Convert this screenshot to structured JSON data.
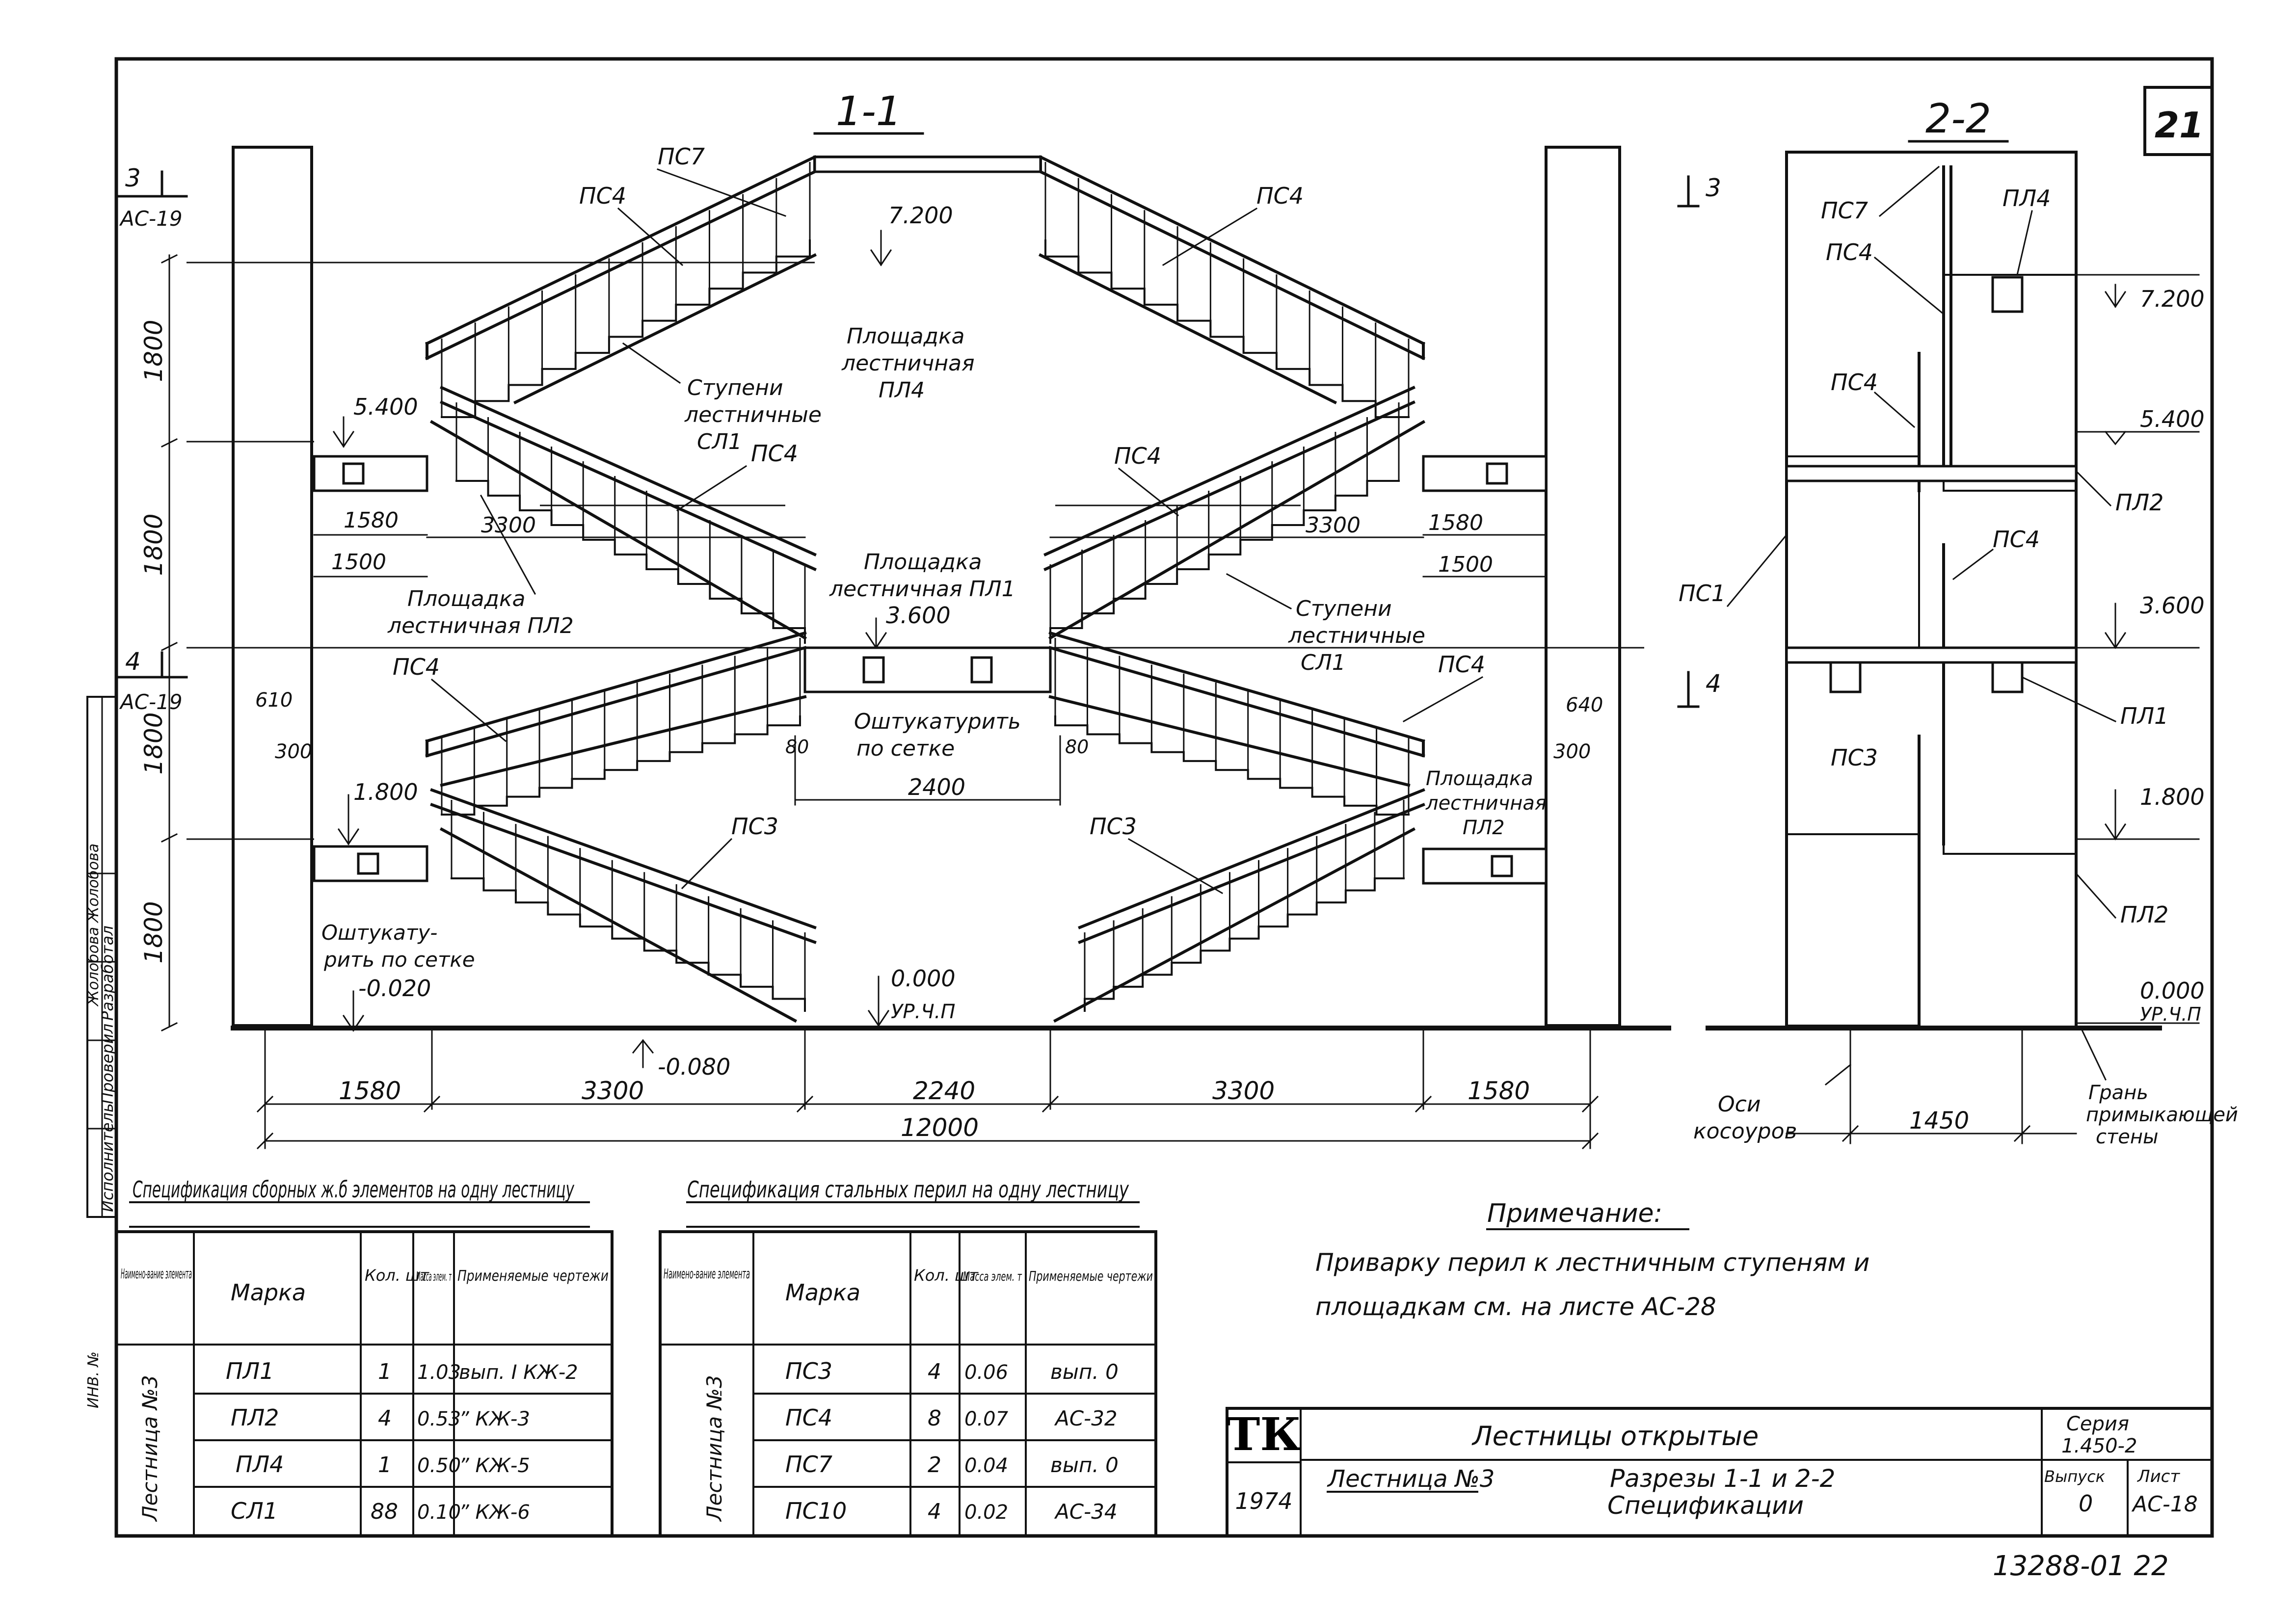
{
  "sheet_number": "21",
  "section_1": {
    "title": "1-1",
    "railing_labels": [
      "ПС7",
      "ПС4",
      "ПС4",
      "ПС4",
      "ПС4",
      "ПС4",
      "ПС4",
      "ПС3",
      "ПС3"
    ],
    "levels": [
      "7.200",
      "5.400",
      "3.600",
      "1.800",
      "0.000",
      "-0.020",
      "-0.080"
    ],
    "level_unit": "УР.Ч.П",
    "vertical_dims": [
      "1800",
      "1800",
      "1800",
      "1800"
    ],
    "side_dims": [
      "1580",
      "1500",
      "3300",
      "3300",
      "1580",
      "1500",
      "640",
      "610",
      "300",
      "300",
      "80",
      "80"
    ],
    "bottom_dims": [
      "1580",
      "3300",
      "2240",
      "3300",
      "1580"
    ],
    "total_dim": "12000",
    "middle_dim": "2400",
    "notes": {
      "landing_top": [
        "Площадка",
        "лестничная",
        "ПЛ4"
      ],
      "steps_left": [
        "Ступени",
        "лестничные",
        "СЛ1"
      ],
      "landing_mid": [
        "Площадка",
        "лестничная ПЛ1"
      ],
      "landing_left": [
        "Площадка",
        "лестничная ПЛ2"
      ],
      "steps_right": [
        "Ступени",
        "лестничные",
        "СЛ1"
      ],
      "plaster_mid": [
        "Оштукатурить",
        "по сетке"
      ],
      "landing_right": [
        "Площадка",
        "лестничная",
        "ПЛ2"
      ],
      "plaster_left": [
        "Оштукату-",
        "рить по сетке"
      ]
    },
    "cut_marks": [
      {
        "num": "3",
        "ref": "АС-19"
      },
      {
        "num": "4",
        "ref": "АС-19"
      },
      {
        "num": "3",
        "ref": ""
      },
      {
        "num": "4",
        "ref": ""
      }
    ]
  },
  "section_2": {
    "title": "2-2",
    "labels": [
      "ПС7",
      "ПС4",
      "ПС4",
      "ПС4",
      "ПС1",
      "ПС3",
      "ПЛ4",
      "ПЛ2",
      "ПЛ1",
      "ПЛ2"
    ],
    "levels": [
      "7.200",
      "5.400",
      "3.600",
      "1.800",
      "0.000"
    ],
    "level_unit": "УР.Ч.П",
    "width_dim": "1450",
    "axes_note": [
      "Оси",
      "косоуров"
    ],
    "wall_note": [
      "Грань",
      "примыкающей",
      "стены"
    ]
  },
  "left_margin": {
    "rows": [
      "Исполнитель",
      "Проверил",
      "Разработал"
    ],
    "names": [
      "Жолобова",
      "Жолобова"
    ],
    "stamp": "ИНВ. №"
  },
  "precast_table": {
    "title": "Спецификация сборных ж.б элементов на одну лестницу",
    "headers": [
      "Наимено-вание элемента",
      "Марка",
      "Кол. шт",
      "Масса элем. т",
      "Применяемые чертежи"
    ],
    "group": "Лестница №3",
    "rows": [
      {
        "mark": "ПЛ1",
        "qty": "1",
        "mass": "1.03",
        "drawing": "вып. I КЖ-2"
      },
      {
        "mark": "ПЛ2",
        "qty": "4",
        "mass": "0.53",
        "drawing": "”  КЖ-3"
      },
      {
        "mark": "ПЛ4",
        "qty": "1",
        "mass": "0.50",
        "drawing": "”  КЖ-5"
      },
      {
        "mark": "СЛ1",
        "qty": "88",
        "mass": "0.10",
        "drawing": "”  КЖ-6"
      }
    ]
  },
  "steel_table": {
    "title": "Спецификация стальных перил на одну лестницу",
    "headers": [
      "Наимено-вание элемента",
      "Марка",
      "Кол. шт",
      "Масса элем. т",
      "Применяемые чертежи"
    ],
    "group": "Лестница №3",
    "rows": [
      {
        "mark": "ПС3",
        "qty": "4",
        "mass": "0.06",
        "drawing": "вып. 0"
      },
      {
        "mark": "ПС4",
        "qty": "8",
        "mass": "0.07",
        "drawing": "АС-32"
      },
      {
        "mark": "ПС7",
        "qty": "2",
        "mass": "0.04",
        "drawing": "вып. 0"
      },
      {
        "mark": "ПС10",
        "qty": "4",
        "mass": "0.02",
        "drawing": "АС-34"
      }
    ]
  },
  "note": {
    "title": "Примечание:",
    "lines": [
      "Приварку перил к лестничным ступеням и",
      "площадкам см. на листе АС-28"
    ]
  },
  "title_block": {
    "tk": "ТК",
    "year": "1974",
    "title": "Лестницы открытые",
    "staircase": "Лестница №3",
    "subtitle_1": "Разрезы 1-1 и 2-2",
    "subtitle_2": "Спецификации",
    "series_label": "Серия",
    "series": "1.450-2",
    "issue_label": "Выпуск",
    "issue": "0",
    "sheet_label": "Лист",
    "sheet": "АС-18"
  },
  "archive_number": "13288-01 22"
}
